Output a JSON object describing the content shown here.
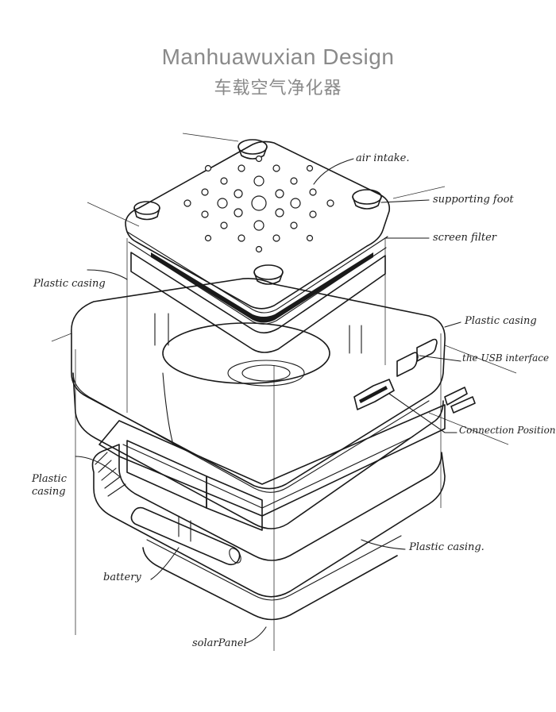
{
  "title": {
    "en": "Manhuawuxian Design",
    "zh": "车载空气净化器"
  },
  "labels": {
    "air_intake": "air intake.",
    "supporting_foot": "supporting foot",
    "screen_filter": "screen filter",
    "plastic_casing_left": "Plastic casing",
    "plastic_casing_right": "Plastic casing",
    "usb_interface": "the USB interface",
    "connection_position": "Connection Position",
    "plastic_casing_left2_line1": "Plastic",
    "plastic_casing_left2_line2": "casing",
    "plastic_casing_bottom": "Plastic casing.",
    "battery": "battery",
    "solar_panel": "solarPanel"
  }
}
